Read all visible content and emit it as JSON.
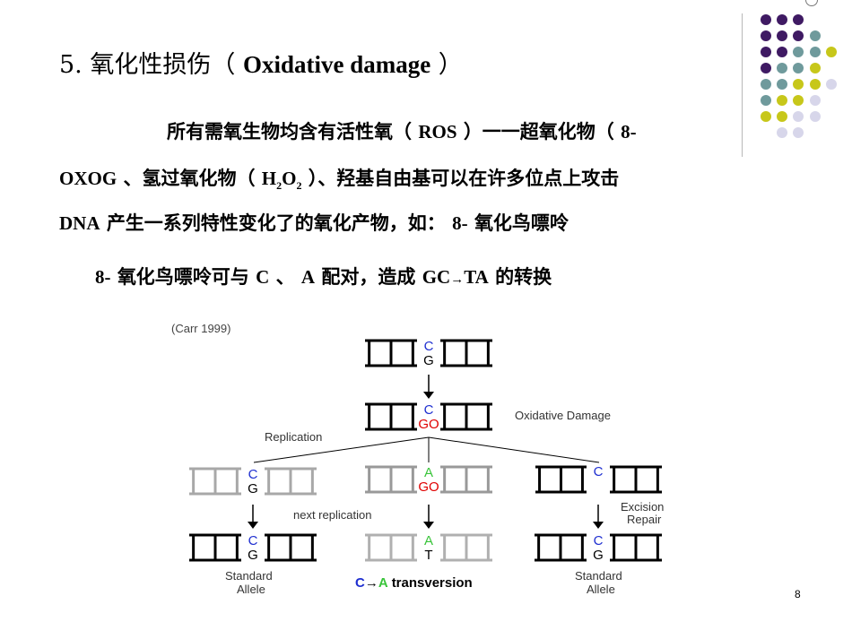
{
  "title": {
    "number": "5.",
    "cn": "氧化性损伤（",
    "en": "Oxidative damage",
    "close": "）"
  },
  "paragraph": {
    "l1a": "所有需氧生物均含有活性氧（",
    "ros": "ROS",
    "l1b": "）一一超氧化物（",
    "l1c": "8-",
    "l2a": "OXOG",
    "l2b": "、氢过氧化物（",
    "h": "H",
    "two": "2",
    "o": "O",
    "l2c": "）、羟基自由基可以在许多位点上攻击",
    "l3a": "DNA",
    "l3b": "产生一系列特性变化了的氧化产物，如：",
    "l3c": "8-",
    "l3d": "氧化鸟嘌呤"
  },
  "subpoint": {
    "a": "8-",
    "b": "氧化鸟嘌呤可与",
    "c": "C",
    "d": "、",
    "e": "A",
    "f": "配对，造成",
    "g": "GC",
    "arrow": "→",
    "h": "TA",
    "i": "的转换"
  },
  "figure": {
    "citation": "(Carr 1999)",
    "oxidative_damage": "Oxidative Damage",
    "replication": "Replication",
    "next_replication": "next replication",
    "excision": "Excision",
    "repair": "Repair",
    "standard": "Standard",
    "allele": "Allele",
    "transversion": "transversion",
    "conv_c": "C",
    "conv_arrow": "→",
    "conv_a": "A",
    "bases": {
      "c": "C",
      "g": "G",
      "go": "GO",
      "a": "A",
      "t": "T"
    }
  },
  "page_number": "8",
  "colors": {
    "purple": "#3f1a63",
    "teal": "#6f9a9c",
    "olive": "#c7c71a",
    "lavender": "#d7d6ea",
    "red": "#e00000",
    "blue": "#1f2fd0",
    "green": "#39c43a"
  }
}
